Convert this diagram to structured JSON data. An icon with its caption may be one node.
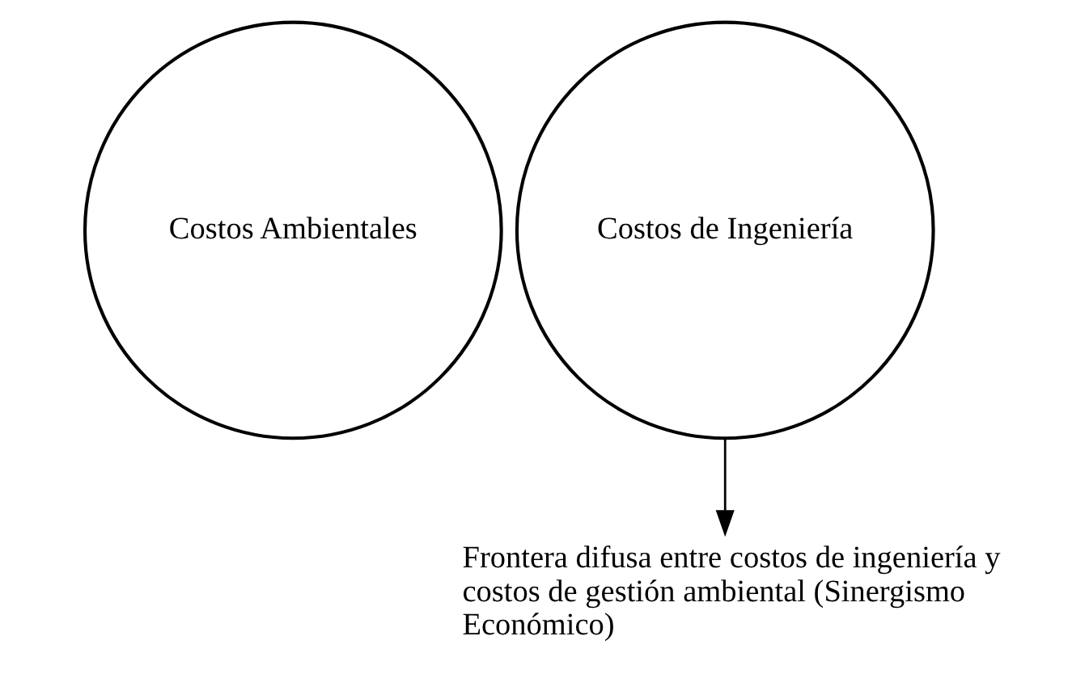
{
  "diagram": {
    "nodes": [
      {
        "text": [
          "Costos Ambientales"
        ]
      },
      {
        "text": [
          "Costos de Ingeniería"
        ]
      },
      {
        "text": [
          "Frontera difusa entre costos de ingeniería y costos de gestión ambiental (Sinergismo Económico)"
        ]
      }
    ],
    "edges": [
      {
        "from": 1,
        "to": 2,
        "arrow": "to"
      }
    ]
  }
}
